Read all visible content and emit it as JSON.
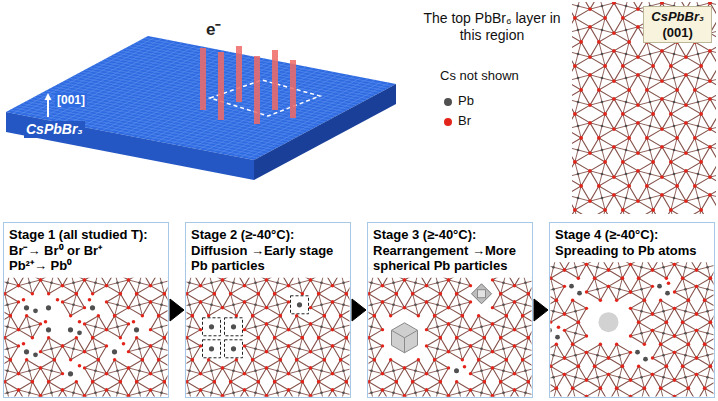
{
  "diagram": {
    "nodes": [
      {
        "text": [
          "CsPbBr₃",
          "(001)"
        ]
      },
      {
        "text": [
          "Stage 1 (all studied T):",
          "Br⁻→ Br⁰ or Br⁺",
          "Pb²⁺→ Pb⁰"
        ]
      },
      {
        "text": [
          "Stage 2 (≥-40°C):",
          "Diffusion →Early stage Pb particles"
        ]
      },
      {
        "text": [
          "Stage 3 (≥-40°C):",
          "Rearrangement →More spherical Pb particles"
        ]
      },
      {
        "text": [
          "Stage 4 (≥-40°C):",
          "Spreading to Pb atoms"
        ]
      }
    ],
    "edges": [
      {
        "from": 1,
        "to": 2,
        "arrow": "to"
      },
      {
        "from": 2,
        "to": 3,
        "arrow": "to"
      },
      {
        "from": 3,
        "to": 4,
        "arrow": "to"
      }
    ],
    "labels": [
      "e⁻",
      "[001]",
      "CsPbBr₃",
      "The top PbBr₆ layer in this region",
      "Cs not shown"
    ],
    "legend": [
      {
        "text": "Pb",
        "color": "#505050"
      },
      {
        "text": "Br",
        "color": "#e3241b"
      }
    ]
  }
}
